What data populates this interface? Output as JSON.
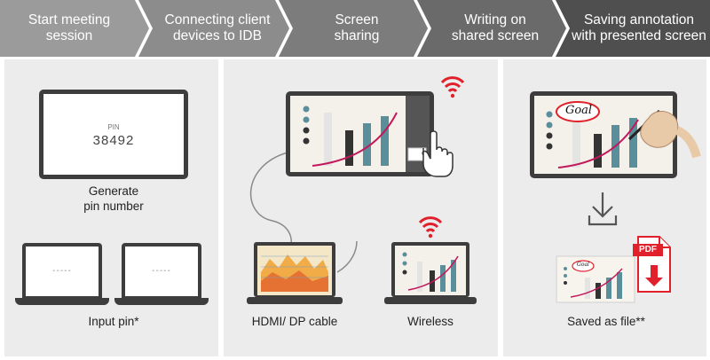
{
  "steps": [
    {
      "label": "Start meeting\nsession",
      "color": "#9b9b9b"
    },
    {
      "label": "Connecting client\ndevices to IDB",
      "color": "#8c8c8c"
    },
    {
      "label": "Screen\nsharing",
      "color": "#7c7c7c"
    },
    {
      "label": "Writing on\nshared screen",
      "color": "#6a6a6a"
    },
    {
      "label": "Saving annotation\nwith presented screen",
      "color": "#4f4f4f"
    }
  ],
  "panel1": {
    "pin_label": "PIN",
    "pin_value": "38492",
    "generate_caption": "Generate\npin number",
    "laptop_placeholder": "-----",
    "input_caption": "Input pin*"
  },
  "panel2": {
    "hdmi_caption": "HDMI/ DP cable",
    "wireless_caption": "Wireless"
  },
  "panel3": {
    "annotation_text": "Goal",
    "pdf_label": "PDF",
    "saved_caption": "Saved as file**"
  },
  "colors": {
    "panel_bg": "#ececec",
    "accent_red": "#e0202a",
    "chart_magenta": "#c2185b",
    "chart_teal": "#5a8e9a",
    "chart_dark": "#333333"
  }
}
